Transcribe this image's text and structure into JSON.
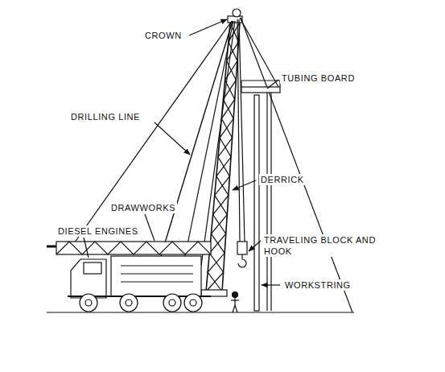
{
  "diagram": {
    "labels": [
      "CROWN",
      "TUBING BOARD",
      "DRILLING LINE",
      "DERRICK",
      "DRAWWORKS",
      "TRAVELING BLOCK AND HOOK",
      "DIESEL ENGINES",
      "WORKSTRING"
    ]
  }
}
